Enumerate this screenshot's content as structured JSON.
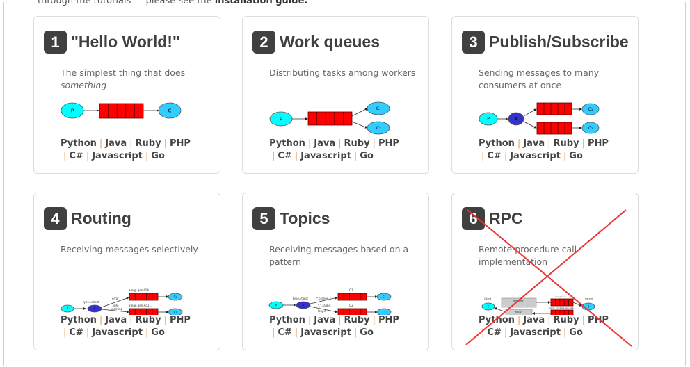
{
  "intro": {
    "text": "through the tutorials — please see the ",
    "link": "installation guide."
  },
  "langs": [
    "Python",
    "Java",
    "Ruby",
    "PHP",
    "C#",
    "Javascript",
    "Go"
  ],
  "cards": [
    {
      "num": "1",
      "title": "\"Hello World!\"",
      "desc": "The simplest thing that does ",
      "desc_em": "something",
      "labels": {
        "p": "P",
        "c": "C"
      }
    },
    {
      "num": "2",
      "title": "Work queues",
      "desc": "Distributing tasks among workers",
      "labels": {
        "p": "P",
        "c1": "C₁",
        "c2": "C₂"
      }
    },
    {
      "num": "3",
      "title": "Publish/Subscribe",
      "desc": "Sending messages to many consumers at once",
      "labels": {
        "p": "P",
        "x": "X",
        "c1": "C₁",
        "c2": "C₂"
      }
    },
    {
      "num": "4",
      "title": "Routing",
      "desc": "Receiving messages selectively",
      "labels": {
        "p": "P",
        "x": "X",
        "type": "type=direct",
        "q1": "amqp.gen-S9b...",
        "q2": "amqp.gen-Ag1...",
        "error": "error",
        "info": "info",
        "warning": "warning",
        "c1": "C₁",
        "c2": "C₂"
      }
    },
    {
      "num": "5",
      "title": "Topics",
      "desc": "Receiving messages based on a pattern",
      "labels": {
        "p": "P",
        "x": "X",
        "type": "type=topic",
        "b1": "*.orange.*",
        "b2": "*.*.rabbit",
        "b3": "lazy.#",
        "q1": "Q1",
        "q2": "Q2",
        "c1": "C₁",
        "c2": "C₂"
      }
    },
    {
      "num": "6",
      "title": "RPC",
      "desc": "Remote procedure call implementation",
      "labels": {
        "client": "Client",
        "server": "Server",
        "c": "C",
        "s": "S",
        "req": "Request",
        "reply": "Reply",
        "rpc": "rpc_queue",
        "replyq": "reply_to=amq.gen-Xa2..."
      },
      "crossed_out": true
    }
  ],
  "colors": {
    "queue": "#ff0000",
    "producer": "#00ffff",
    "consumer": "#33ccff",
    "exchange": "#3333cc",
    "cross": "#ee3333",
    "title": "#404040"
  }
}
